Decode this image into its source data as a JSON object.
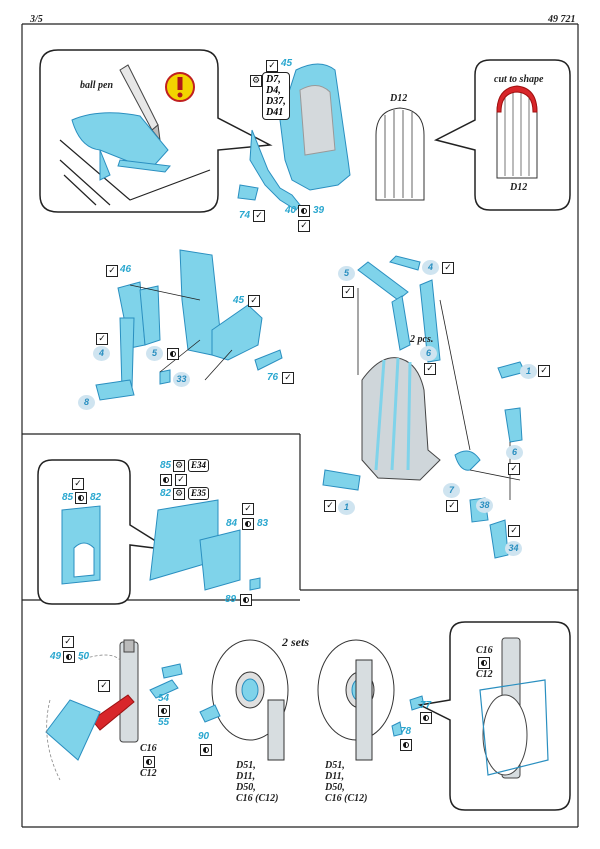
{
  "header": {
    "page_number": "3/5",
    "kit_number": "49 721"
  },
  "callout_topleft": {
    "label": "ball pen",
    "warning_icon": "exclamation-icon"
  },
  "seat_top": {
    "part_45": "45",
    "decal_tags": [
      "D7,",
      "D4,",
      "D37,",
      "D41"
    ],
    "part_d12": "D12",
    "part_74": "74",
    "part_40": "40",
    "part_39": "39"
  },
  "callout_topright": {
    "label": "cut to shape",
    "part": "D12"
  },
  "mid_left": {
    "part_46": "46",
    "part_4": "4",
    "part_5": "5",
    "part_8": "8",
    "part_33": "33",
    "part_45": "45",
    "part_76": "76"
  },
  "mid_right": {
    "part_5": "5",
    "part_4": "4",
    "label_2pcs": "2 pcs.",
    "part_6a": "6",
    "part_1a": "1",
    "part_6b": "6",
    "part_1b": "1",
    "part_7": "7",
    "part_38": "38",
    "part_34": "34"
  },
  "panel_section": {
    "part_85": "85",
    "part_82": "82",
    "part_84": "84",
    "part_83": "83",
    "part_89": "89",
    "tag_e34": "E34",
    "tag_e35": "E35"
  },
  "bottom": {
    "title": "2 sets",
    "part_49": "49",
    "part_50": "50",
    "part_54": "54",
    "part_55": "55",
    "label_c16": "C16",
    "label_c12": "C12",
    "part_90": "90",
    "part_77": "77",
    "part_78": "78",
    "wheel_labels_a": [
      "D51,",
      "D11,",
      "D50,",
      "C16 (C12)"
    ],
    "wheel_labels_b": [
      "D51,",
      "D11,",
      "D50,",
      "C16 (C12)"
    ],
    "callout_c16": "C16",
    "callout_c12": "C12"
  },
  "colors": {
    "part_blue": "#7fd3ea",
    "number_blue": "#2aa7cf",
    "strut_red": "#d8262a",
    "warning_yellow": "#f3d400"
  }
}
